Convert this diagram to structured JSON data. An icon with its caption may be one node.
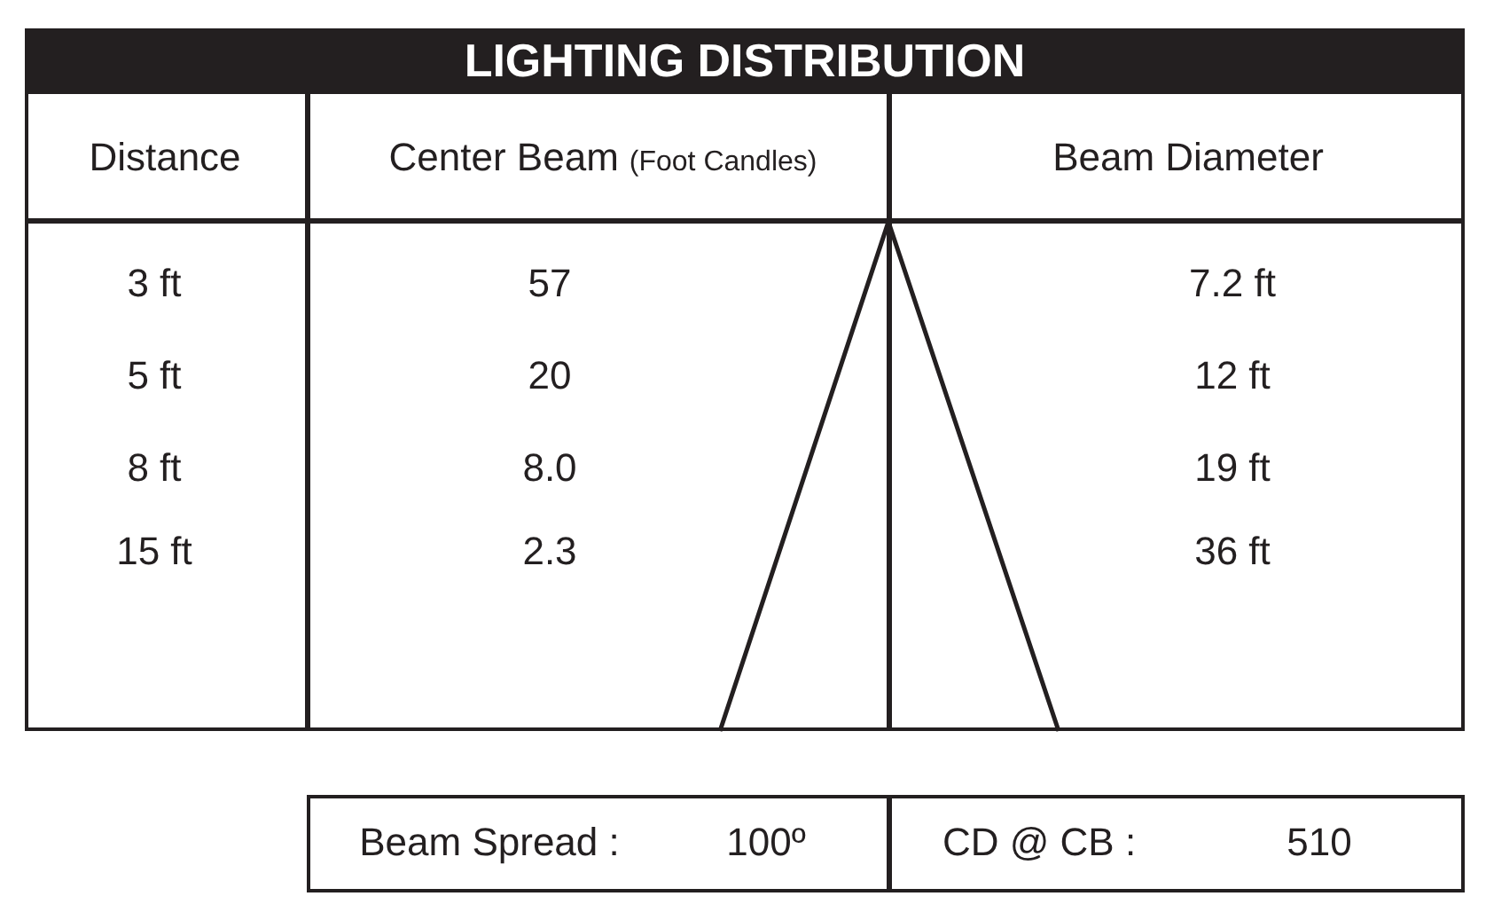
{
  "diagram": {
    "title": "LIGHTING DISTRIBUTION",
    "labels": [
      "Distance",
      "Center Beam",
      "(Foot Candles)",
      "Beam Diameter",
      "3 ft",
      "57",
      "7.2 ft",
      "5 ft",
      "20",
      "12 ft",
      "8 ft",
      "8.0",
      "19 ft",
      "15 ft",
      "2.3",
      "36 ft",
      "Beam Spread :",
      "100º",
      "CD @ CB :",
      "510"
    ]
  }
}
